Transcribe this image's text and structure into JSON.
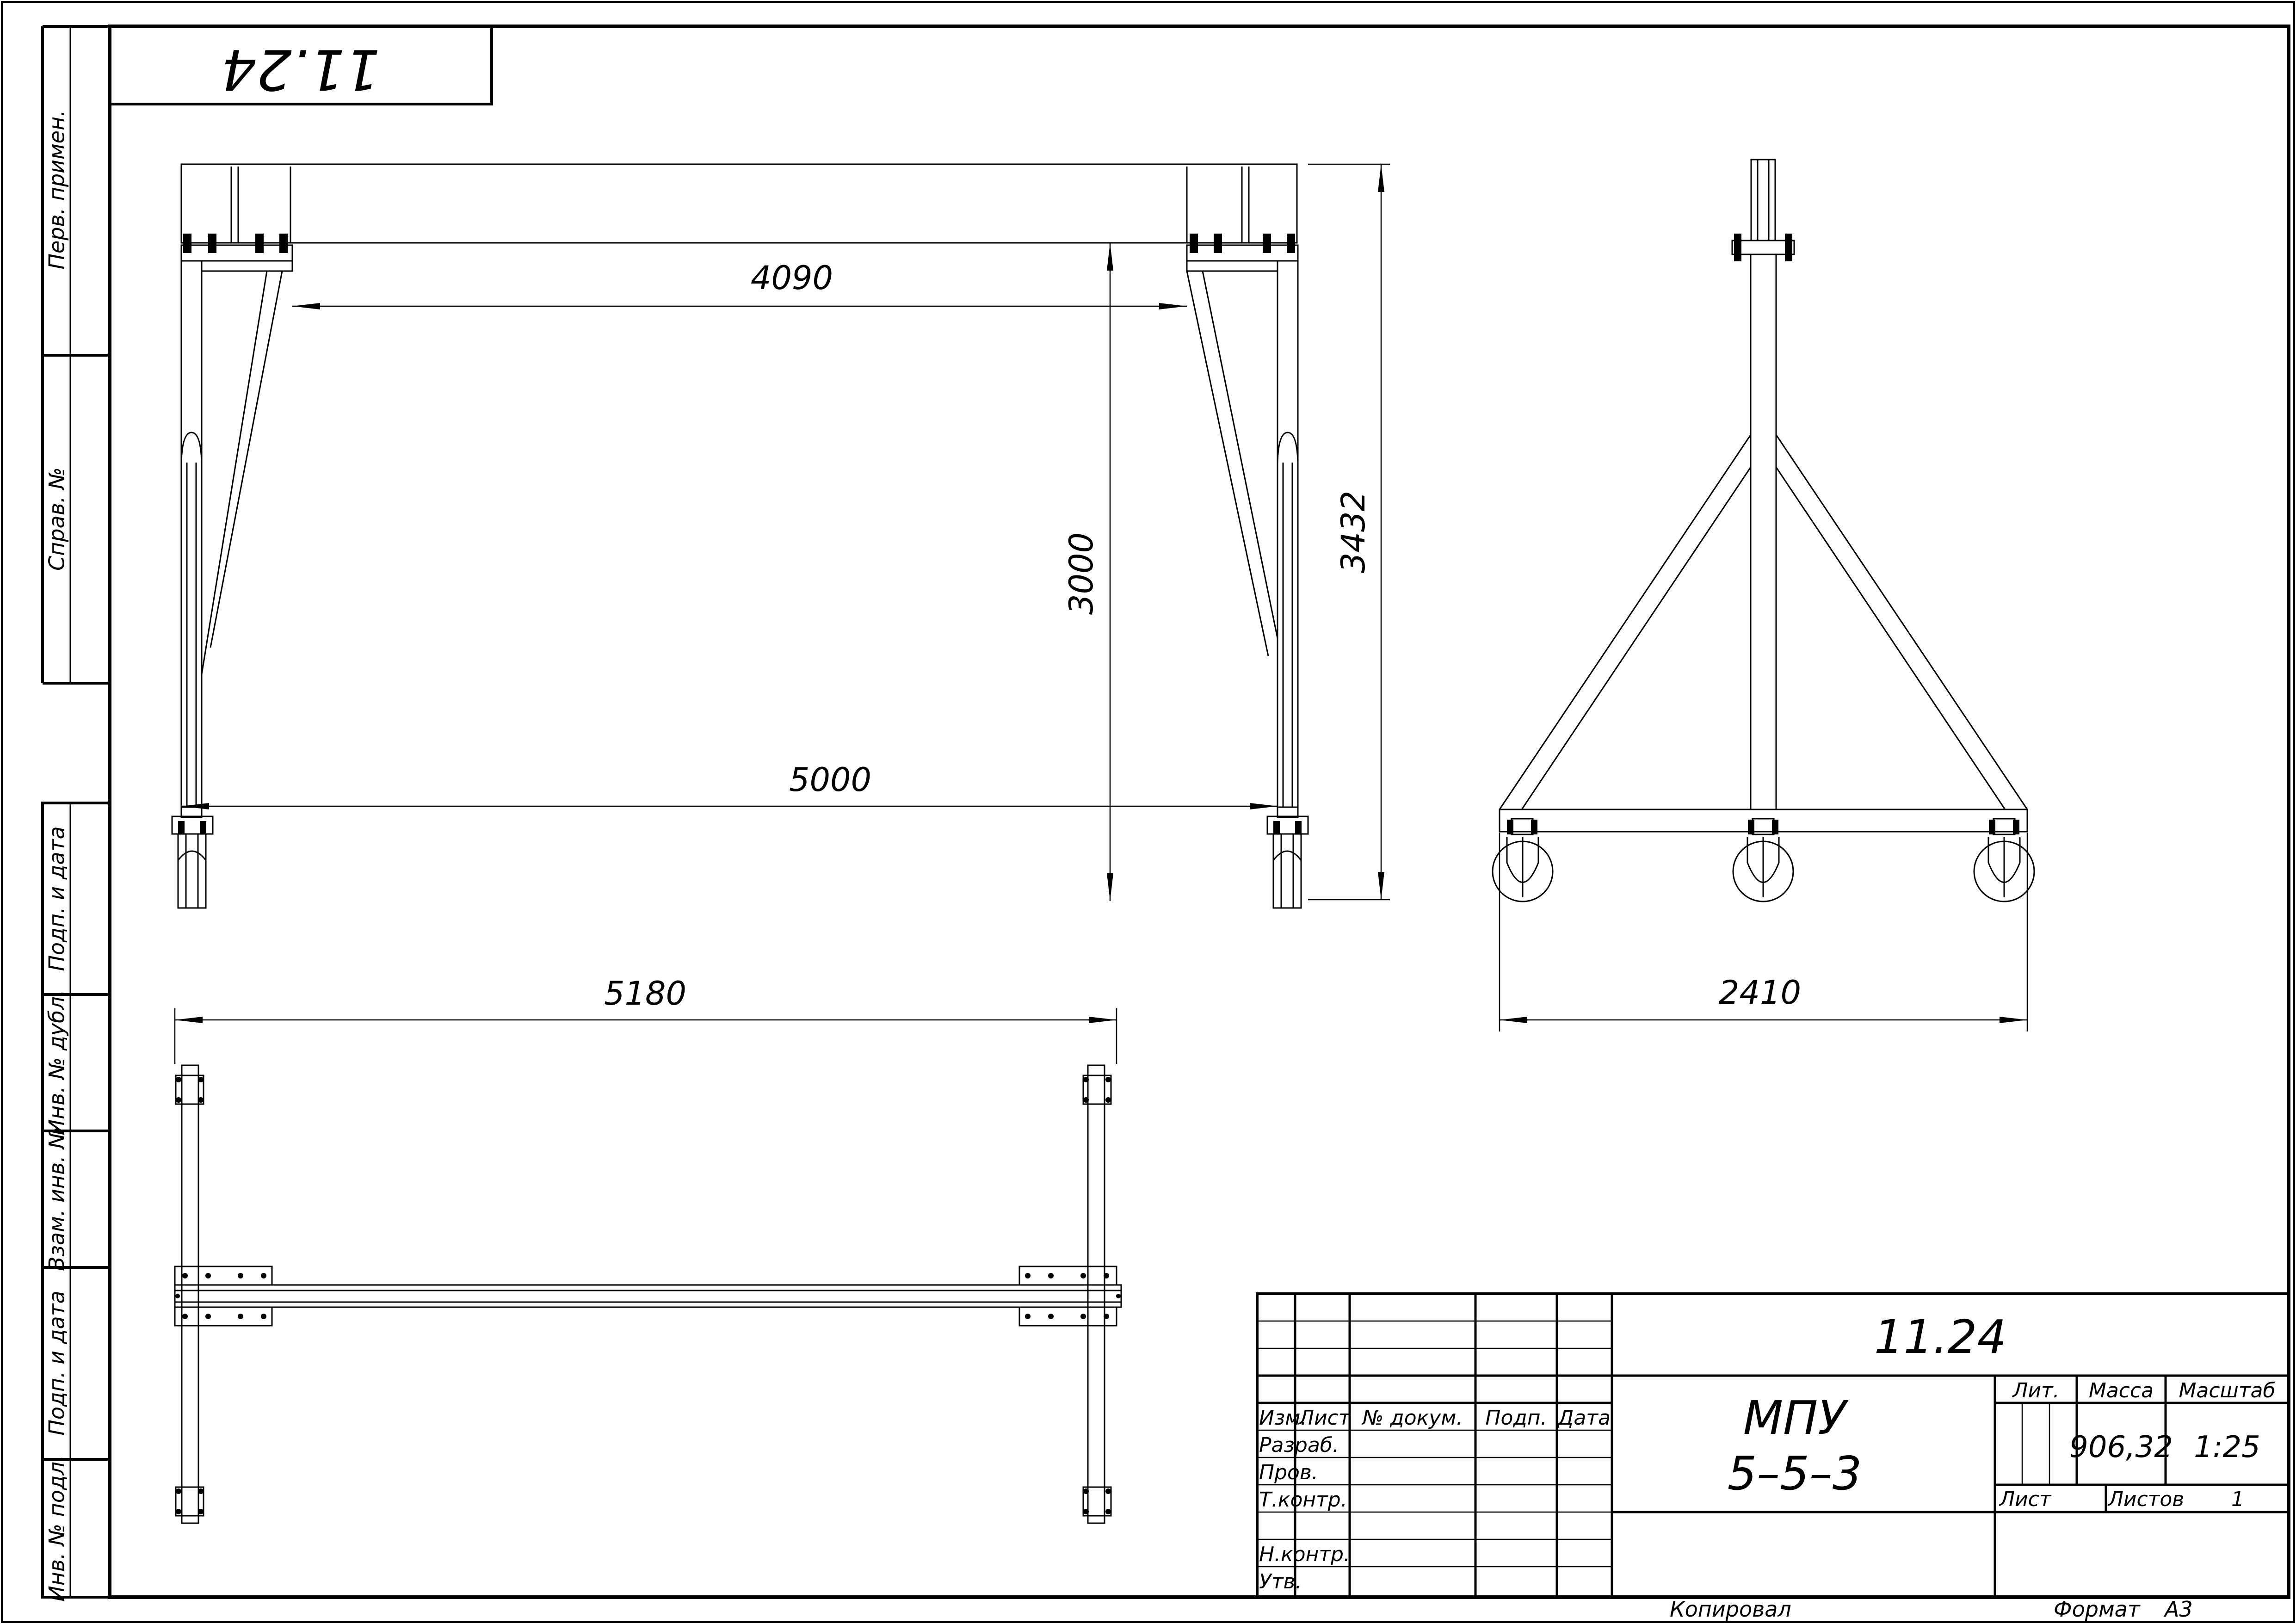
{
  "sheet": {
    "top_stamp": "11.24",
    "left_strip": {
      "perv_primen": "Перв. примен.",
      "sprav_no": "Справ. №",
      "podp_data_1": "Подп. и дата",
      "inv_dubl": "Инв. № дубл.",
      "vzam_inv": "Взам. инв. №",
      "podp_data_2": "Подп. и дата",
      "inv_podl": "Инв. № подл."
    }
  },
  "dimensions": {
    "inner_width": "4090",
    "height_3000": "3000",
    "total_height": "3432",
    "base_width": "5000",
    "side_base": "2410",
    "plan_length": "5180"
  },
  "title_block": {
    "designation": "11.24",
    "name_line1": "МПУ",
    "name_line2": "5–5–3",
    "col_izm": "Изм.",
    "col_list": "Лист",
    "col_ndokum": "№ докум.",
    "col_podp": "Подп.",
    "col_data": "Дата",
    "razrab": "Разраб.",
    "prov": "Пров.",
    "tkontr": "Т.контр.",
    "nkontr": "Н.контр.",
    "utv": "Утв.",
    "lit": "Лит.",
    "massa": "Масса",
    "masshtab": "Масштаб",
    "massa_value": "906,32",
    "scale_value": "1:25",
    "list": "Лист",
    "listov": "Листов",
    "listov_value": "1",
    "kopiroval": "Копировал",
    "format": "Формат",
    "format_value": "А3"
  }
}
